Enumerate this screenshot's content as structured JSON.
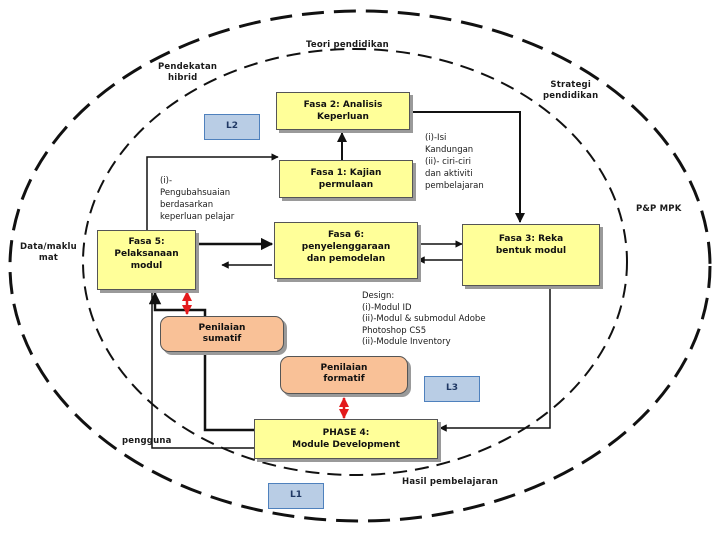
{
  "labels": {
    "outer_top": "Teori pendidikan",
    "pendekatan": [
      "Pendekatan",
      "hibrid"
    ],
    "strategi": [
      "Strategi",
      "pendidikan"
    ],
    "pp_mpk": "P&P MPK",
    "data": [
      "Data/maklu",
      "mat"
    ],
    "pengguna": "pengguna",
    "hasil": "Hasil pembelajaran"
  },
  "boxes": {
    "fasa2": [
      "Fasa 2: Analisis",
      "Keperluan"
    ],
    "fasa1": [
      "Fasa 1: Kajian",
      "permulaan"
    ],
    "fasa5": [
      "Fasa 5:",
      "Pelaksanaan",
      "modul"
    ],
    "fasa6": [
      "Fasa 6:",
      "penyelenggaraan",
      "dan pemodelan"
    ],
    "fasa3": [
      "Fasa 3: Reka",
      "bentuk modul"
    ],
    "phase4": [
      "PHASE 4:",
      "Module Development"
    ]
  },
  "assessments": {
    "sumatif": [
      "Penilaian",
      "sumatif"
    ],
    "formatif": [
      "Penilaian",
      "formatif"
    ]
  },
  "tags": {
    "l1": "L1",
    "l2": "L2",
    "l3": "L3"
  },
  "notes": {
    "left": [
      "(i)-",
      "Pengubahsuaian",
      "berdasarkan",
      "keperluan pelajar"
    ],
    "right": [
      "(i)-Isi",
      "Kandungan",
      "(ii)- ciri-ciri",
      "dan aktiviti",
      "pembelajaran"
    ],
    "design": [
      "Design:",
      "(i)-Modul ID",
      "(ii)-Modul  & submodul  Adobe",
      "Photoshop  CS5",
      "(ii)-Module  Inventory"
    ]
  },
  "colors": {
    "phase_box": "#ffff99",
    "assessment": "#f9c197",
    "tag_fill": "#b9cde5",
    "double_arrow": "#e31a1c"
  }
}
